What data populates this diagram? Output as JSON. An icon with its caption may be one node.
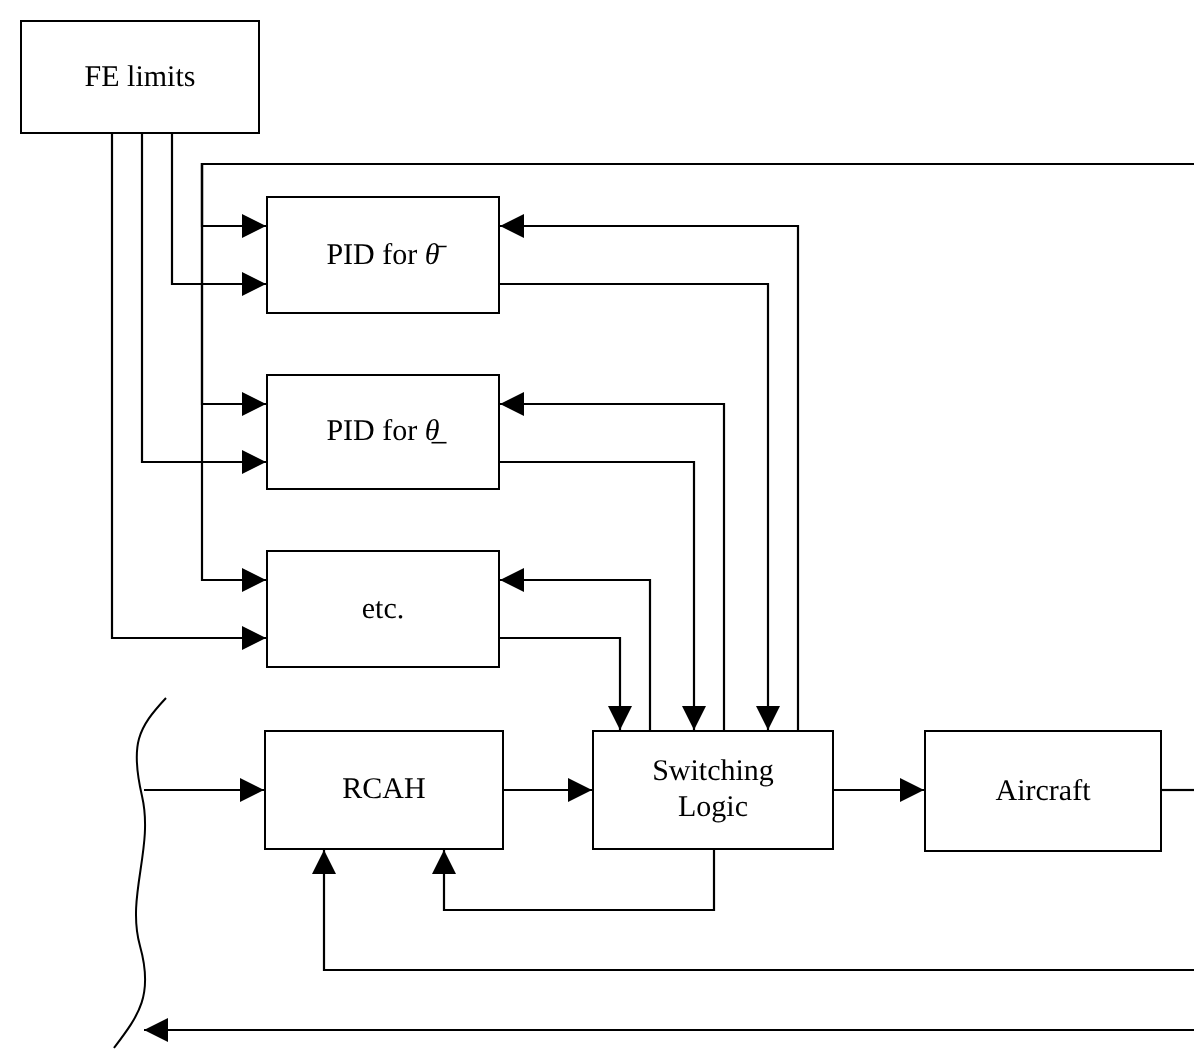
{
  "diagram": {
    "nodes": [
      {
        "text": [
          "FE limits"
        ]
      },
      {
        "text": [
          "PID for *θ̄*"
        ]
      },
      {
        "text": [
          "PID for *θ̲*"
        ]
      },
      {
        "text": [
          "etc."
        ]
      },
      {
        "text": [
          "RCAH"
        ]
      },
      {
        "text": [
          "Switching Logic"
        ]
      },
      {
        "text": [
          "Aircraft"
        ]
      },
      {
        "text": [],
        "shape": "wavy-line"
      }
    ],
    "edges": [
      {
        "from": 0,
        "to": 1,
        "arrow": "to"
      },
      {
        "from": 0,
        "to": 2,
        "arrow": "to"
      },
      {
        "from": 0,
        "to": 3,
        "arrow": "to"
      },
      {
        "from": null,
        "to": 1,
        "arrow": "to"
      },
      {
        "from": null,
        "to": 2,
        "arrow": "to"
      },
      {
        "from": null,
        "to": 3,
        "arrow": "to"
      },
      {
        "from": 1,
        "to": 5,
        "arrow": "to"
      },
      {
        "from": 5,
        "to": 1,
        "arrow": "to"
      },
      {
        "from": 2,
        "to": 5,
        "arrow": "to"
      },
      {
        "from": 5,
        "to": 2,
        "arrow": "to"
      },
      {
        "from": 3,
        "to": 5,
        "arrow": "to"
      },
      {
        "from": 5,
        "to": 3,
        "arrow": "to"
      },
      {
        "from": 7,
        "to": 4,
        "arrow": "to"
      },
      {
        "from": 4,
        "to": 5,
        "arrow": "to"
      },
      {
        "from": 5,
        "to": 6,
        "arrow": "to"
      },
      {
        "from": 6,
        "to": null,
        "arrow": "none"
      },
      {
        "from": 5,
        "to": 4,
        "arrow": "to"
      },
      {
        "from": null,
        "to": 4,
        "arrow": "to"
      },
      {
        "from": null,
        "to": 7,
        "arrow": "to"
      }
    ]
  }
}
